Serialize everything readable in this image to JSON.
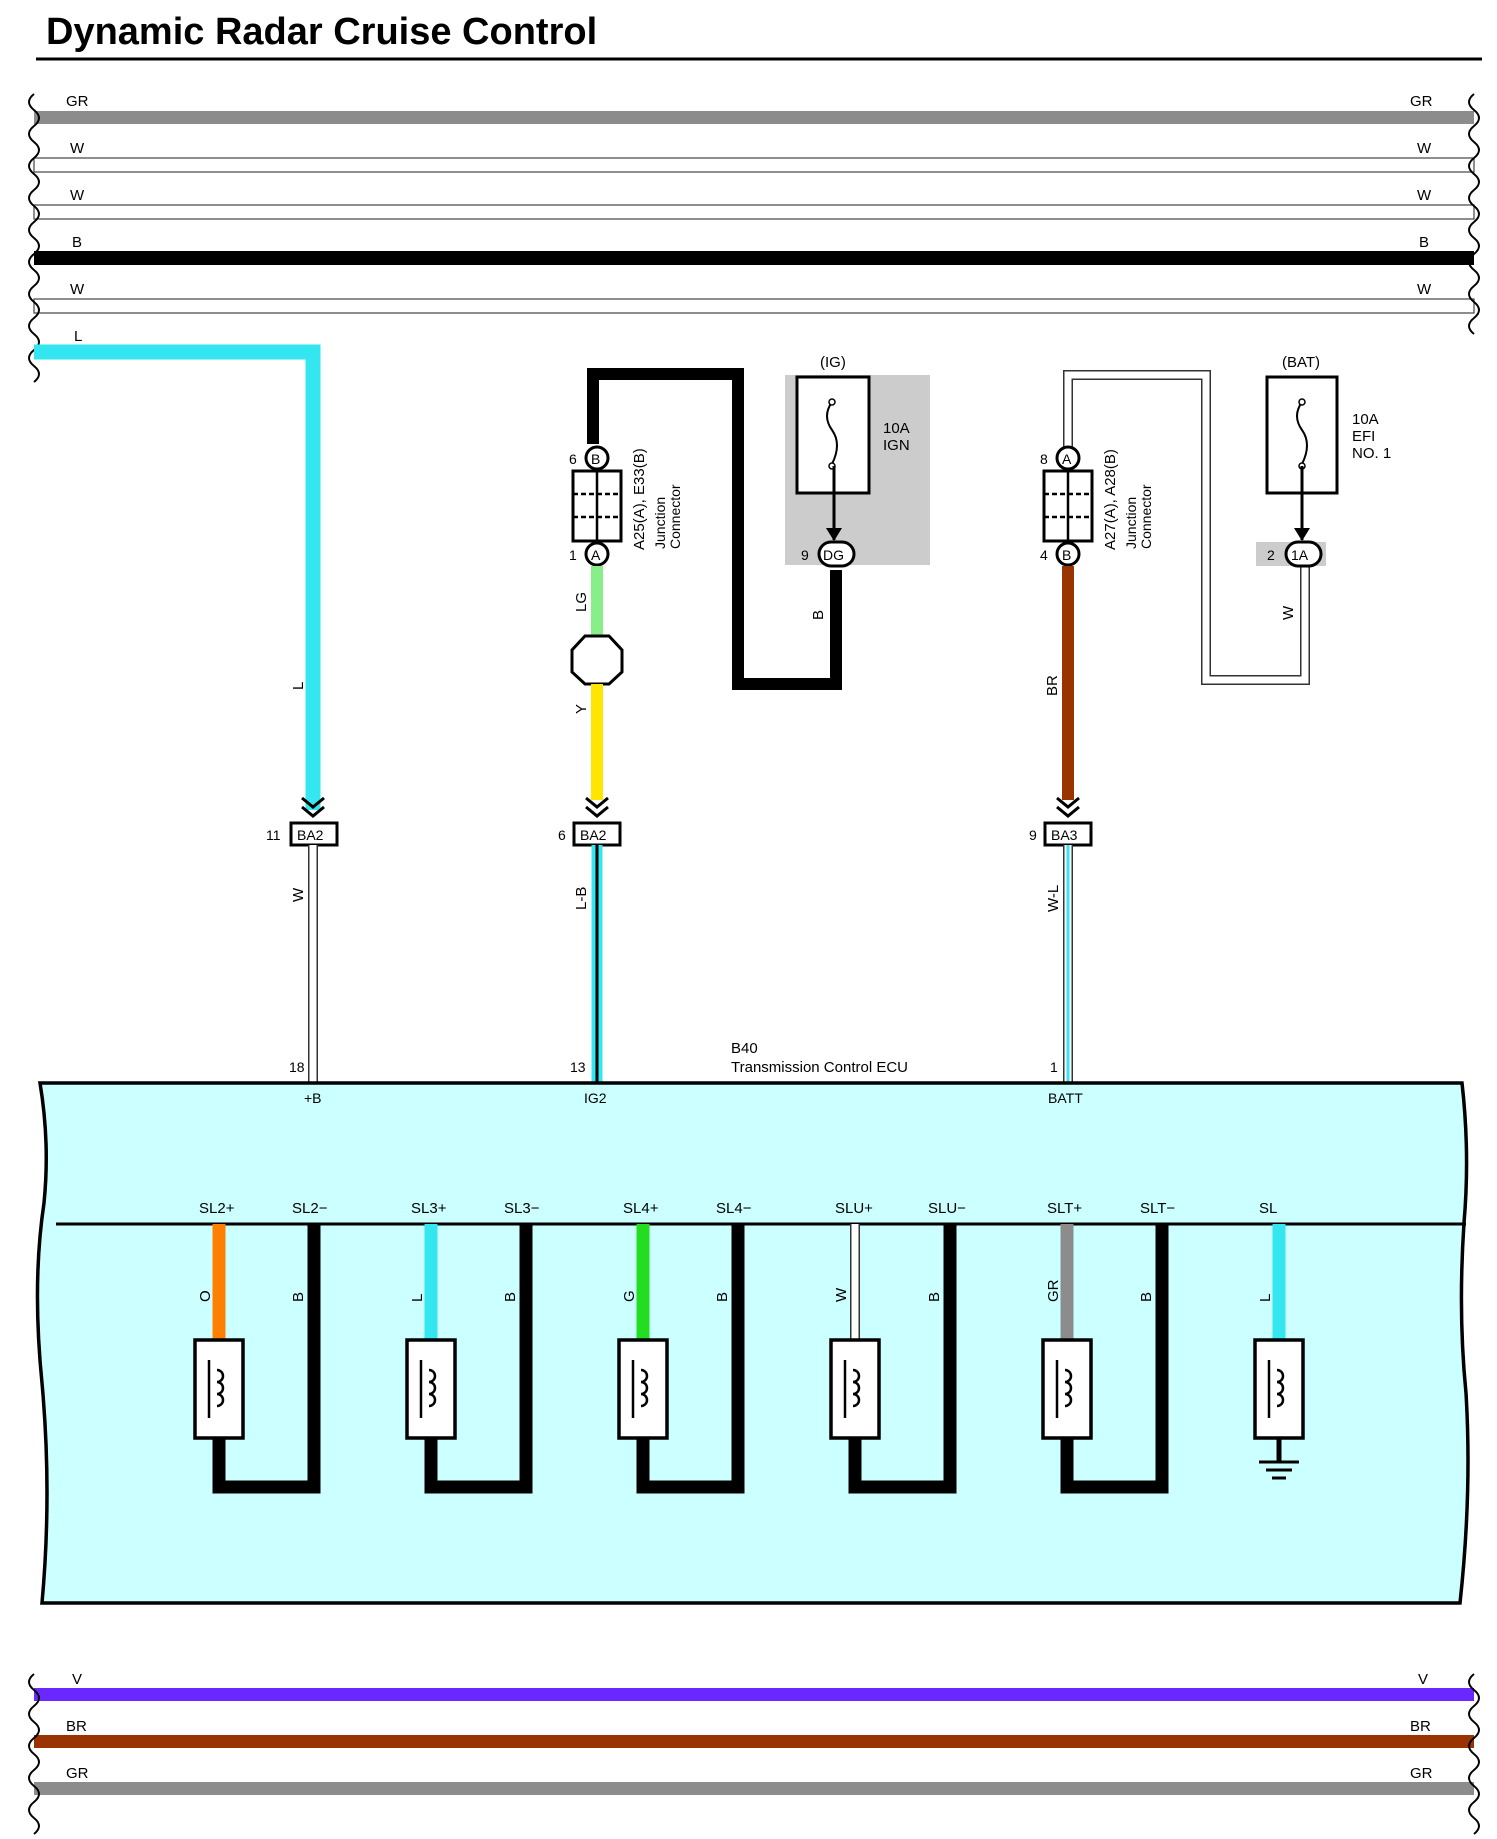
{
  "title": "Dynamic Radar Cruise Control",
  "bus_top": {
    "wires": [
      {
        "code": "GR",
        "color": "#8c8c8c"
      },
      {
        "code": "W",
        "color": "#ffffff"
      },
      {
        "code": "W",
        "color": "#ffffff"
      },
      {
        "code": "B",
        "color": "#000000"
      },
      {
        "code": "W",
        "color": "#ffffff"
      }
    ],
    "l_wire": {
      "code": "L",
      "color": "#33e6f0"
    }
  },
  "bus_bottom": {
    "wires": [
      {
        "code": "V",
        "color": "#6a28ff"
      },
      {
        "code": "BR",
        "color": "#993300"
      },
      {
        "code": "GR",
        "color": "#8c8c8c"
      }
    ]
  },
  "fuses": {
    "ig": {
      "group": "(IG)",
      "rating": "10A",
      "name": "IGN",
      "pin": "9",
      "conn": "DG"
    },
    "bat": {
      "group": "(BAT)",
      "rating": "10A",
      "name1": "EFI",
      "name2": "NO. 1",
      "pin": "2",
      "conn": "1A"
    }
  },
  "junctions": {
    "left": {
      "name": "A25(A), E33(B)",
      "line1": "Junction",
      "line2": "Connector",
      "top_pin": "6",
      "top_conn": "B",
      "bot_pin": "1",
      "bot_conn": "A"
    },
    "right": {
      "name": "A27(A), A28(B)",
      "line1": "Junction",
      "line2": "Connector",
      "top_pin": "8",
      "top_conn": "A",
      "bot_pin": "4",
      "bot_conn": "B"
    }
  },
  "wire_codes": {
    "l_down": "L",
    "lg": "LG",
    "y": "Y",
    "b_ig": "B",
    "w_bat": "W",
    "br": "BR",
    "w_b": "W",
    "lb": "L-B",
    "wl": "W-L"
  },
  "connectors": [
    {
      "pin": "11",
      "name": "BA2"
    },
    {
      "pin": "6",
      "name": "BA2"
    },
    {
      "pin": "9",
      "name": "BA3"
    }
  ],
  "ecu": {
    "code": "B40",
    "name": "Transmission Control ECU",
    "pins": [
      {
        "num": "18",
        "label": "+B"
      },
      {
        "num": "13",
        "label": "IG2"
      },
      {
        "num": "1",
        "label": "BATT"
      }
    ]
  },
  "solenoids": [
    {
      "pos": "SL2+",
      "neg": "SL2−",
      "pos_code": "O",
      "neg_code": "B",
      "pos_color": "#ff8000"
    },
    {
      "pos": "SL3+",
      "neg": "SL3−",
      "pos_code": "L",
      "neg_code": "B",
      "pos_color": "#33e6f0"
    },
    {
      "pos": "SL4+",
      "neg": "SL4−",
      "pos_code": "G",
      "neg_code": "B",
      "pos_color": "#22dd22"
    },
    {
      "pos": "SLU+",
      "neg": "SLU−",
      "pos_code": "W",
      "neg_code": "B",
      "pos_color": "#ffffff"
    },
    {
      "pos": "SLT+",
      "neg": "SLT−",
      "pos_code": "GR",
      "neg_code": "B",
      "pos_color": "#8c8c8c"
    },
    {
      "pos": "SL",
      "neg": "",
      "pos_code": "L",
      "neg_code": "",
      "pos_color": "#33e6f0"
    }
  ],
  "colors": {
    "ecu_fill": "#ccffff",
    "fuse_box": "#cccccc",
    "blue_wire": "#33e6f0",
    "yellow": "#ffe600",
    "light_green": "#88ee88",
    "brown": "#993300"
  }
}
